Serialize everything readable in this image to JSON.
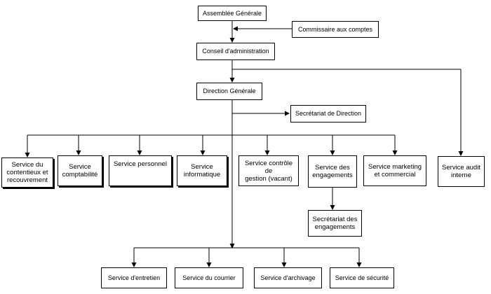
{
  "top": {
    "assemblee": "Assemblée Générale",
    "commissaire": "Commissaire aux comptes",
    "conseil": "Conseil d'administration",
    "direction": "Direction Générale",
    "secretariat_direction": "Secrétariat de Direction",
    "audit": "Service audit\ninterne"
  },
  "services": {
    "contentieux": "Service du\ncontentieux et\nrecouvrement",
    "comptabilite": "Service\ncomptabilité",
    "personnel": "Service personnel",
    "informatique": "Service\ninformatique",
    "controle": "Service contrôle de\ngestion (vacant)",
    "engagements": "Service des\nengagements",
    "marketing": "Service marketing\net commercial",
    "secretariat_engagements": "Secrétariat des\nengagements"
  },
  "bottom": {
    "entretien": "Service d'entretien",
    "courrier": "Service du courrier",
    "archivage": "Service d'archivage",
    "securite": "Service de sécurité"
  }
}
